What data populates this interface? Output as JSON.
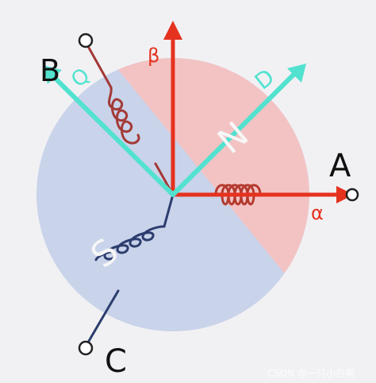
{
  "diagram": {
    "labels": {
      "phase_a": "A",
      "phase_b": "B",
      "phase_c": "C",
      "axis_alpha": "α",
      "axis_beta": "β",
      "axis_d": "D",
      "axis_q": "Q",
      "rotor_north": "N",
      "rotor_south": "S"
    },
    "watermark": "CSDN @一只小白啊"
  },
  "colors": {
    "background": "#f1f1f4",
    "rotor_north": "#f3c3c4",
    "rotor_south": "#c9d3ea",
    "alpha_beta_axes": "#e5321f",
    "dq_axes": "#52e2cf",
    "coil_a": "#b43a2e",
    "coil_b": "#a33a36",
    "coil_c": "#2c3d6e",
    "phase_label": "#111111",
    "rotor_letter": "#f6f6f6"
  }
}
